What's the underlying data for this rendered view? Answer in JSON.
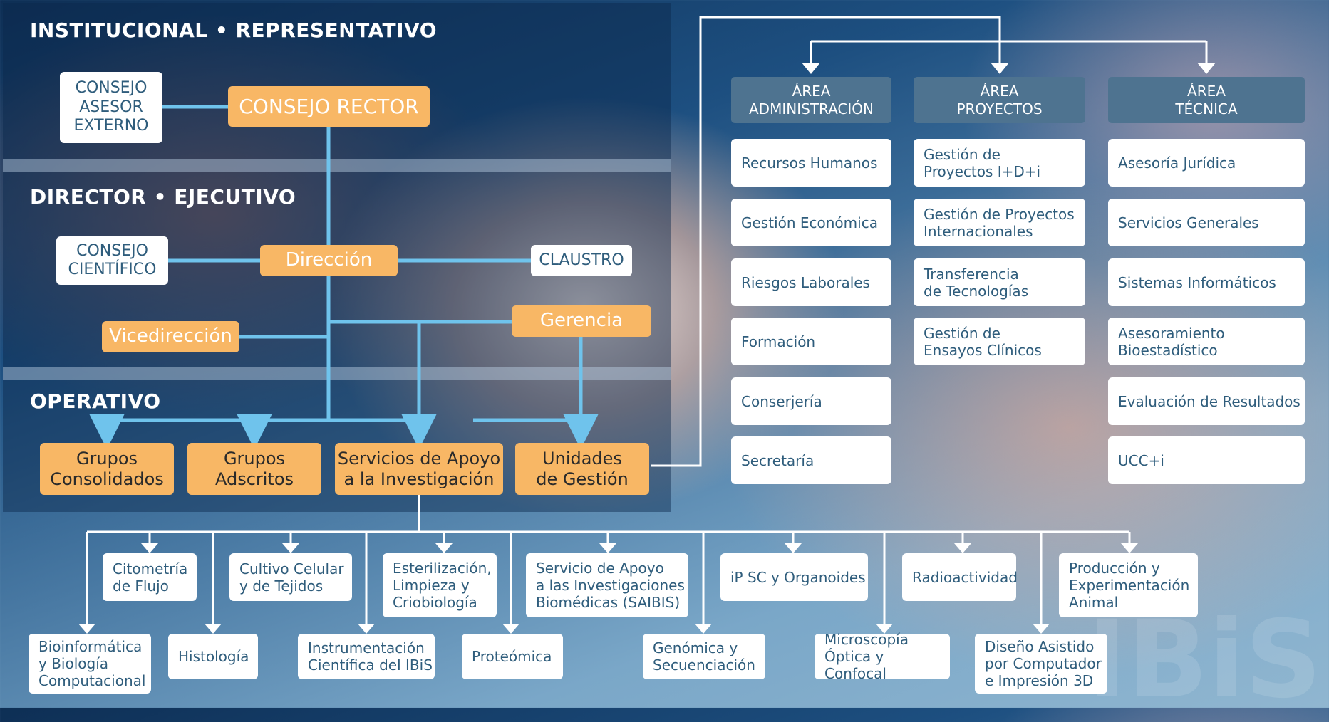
{
  "sections": {
    "institucional": "INSTITUCIONAL • REPRESENTATIVO",
    "director": "DIRECTOR • EJECUTIVO",
    "operativo": "OPERATIVO"
  },
  "nodes": {
    "consejo_asesor": "CONSEJO\nASESOR\nEXTERNO",
    "consejo_rector": "CONSEJO RECTOR",
    "consejo_cientifico": "CONSEJO\nCIENTÍFICO",
    "direccion": "Dirección",
    "claustro": "CLAUSTRO",
    "vicedireccion": "Vicedirección",
    "gerencia": "Gerencia",
    "grupos_consolidados": "Grupos\nConsolidados",
    "grupos_adscritos": "Grupos\nAdscritos",
    "servicios_apoyo": "Servicios de Apoyo\na la Investigación",
    "unidades_gestion": "Unidades\nde Gestión"
  },
  "areas": [
    {
      "title": "ÁREA\nADMINISTRACIÓN",
      "items": [
        "Recursos Humanos",
        "Gestión Económica",
        "Riesgos Laborales",
        "Formación",
        "Conserjería",
        "Secretaría"
      ]
    },
    {
      "title": "ÁREA\nPROYECTOS",
      "items": [
        "Gestión de\nProyectos I+D+i",
        "Gestión de Proyectos\nInternacionales",
        "Transferencia\nde Tecnologías",
        "Gestión de\nEnsayos Clínicos"
      ]
    },
    {
      "title": "ÁREA\nTÉCNICA",
      "items": [
        "Asesoría Jurídica",
        "Servicios Generales",
        "Sistemas Informáticos",
        "Asesoramiento\nBioestadístico",
        "Evaluación de Resultados",
        "UCC+i"
      ]
    }
  ],
  "services_top": [
    "Citometría\nde Flujo",
    "Cultivo Celular\ny de Tejidos",
    "Esterilización,\nLimpieza y\nCriobiología",
    "Servicio de Apoyo\na las Investigaciones\nBiomédicas (SAIBIS)",
    "iP SC y Organoides",
    "Radioactividad",
    "Producción y\nExperimentación\nAnimal"
  ],
  "services_bottom": [
    "Bioinformática\ny Biología\nComputacional",
    "Histología",
    "Instrumentación\nCientífica del IBiS",
    "Proteómica",
    "Genómica y\nSecuenciación",
    "Microscopía\nÓptica y Confocal",
    "Diseño Asistido\npor Computador\ne Impresión 3D"
  ],
  "watermark": "IBiS",
  "colors": {
    "line": "#6fc3ec",
    "orange": "#f8b765",
    "area_header": "#4e7390",
    "white_text": "#2f5d7c"
  }
}
